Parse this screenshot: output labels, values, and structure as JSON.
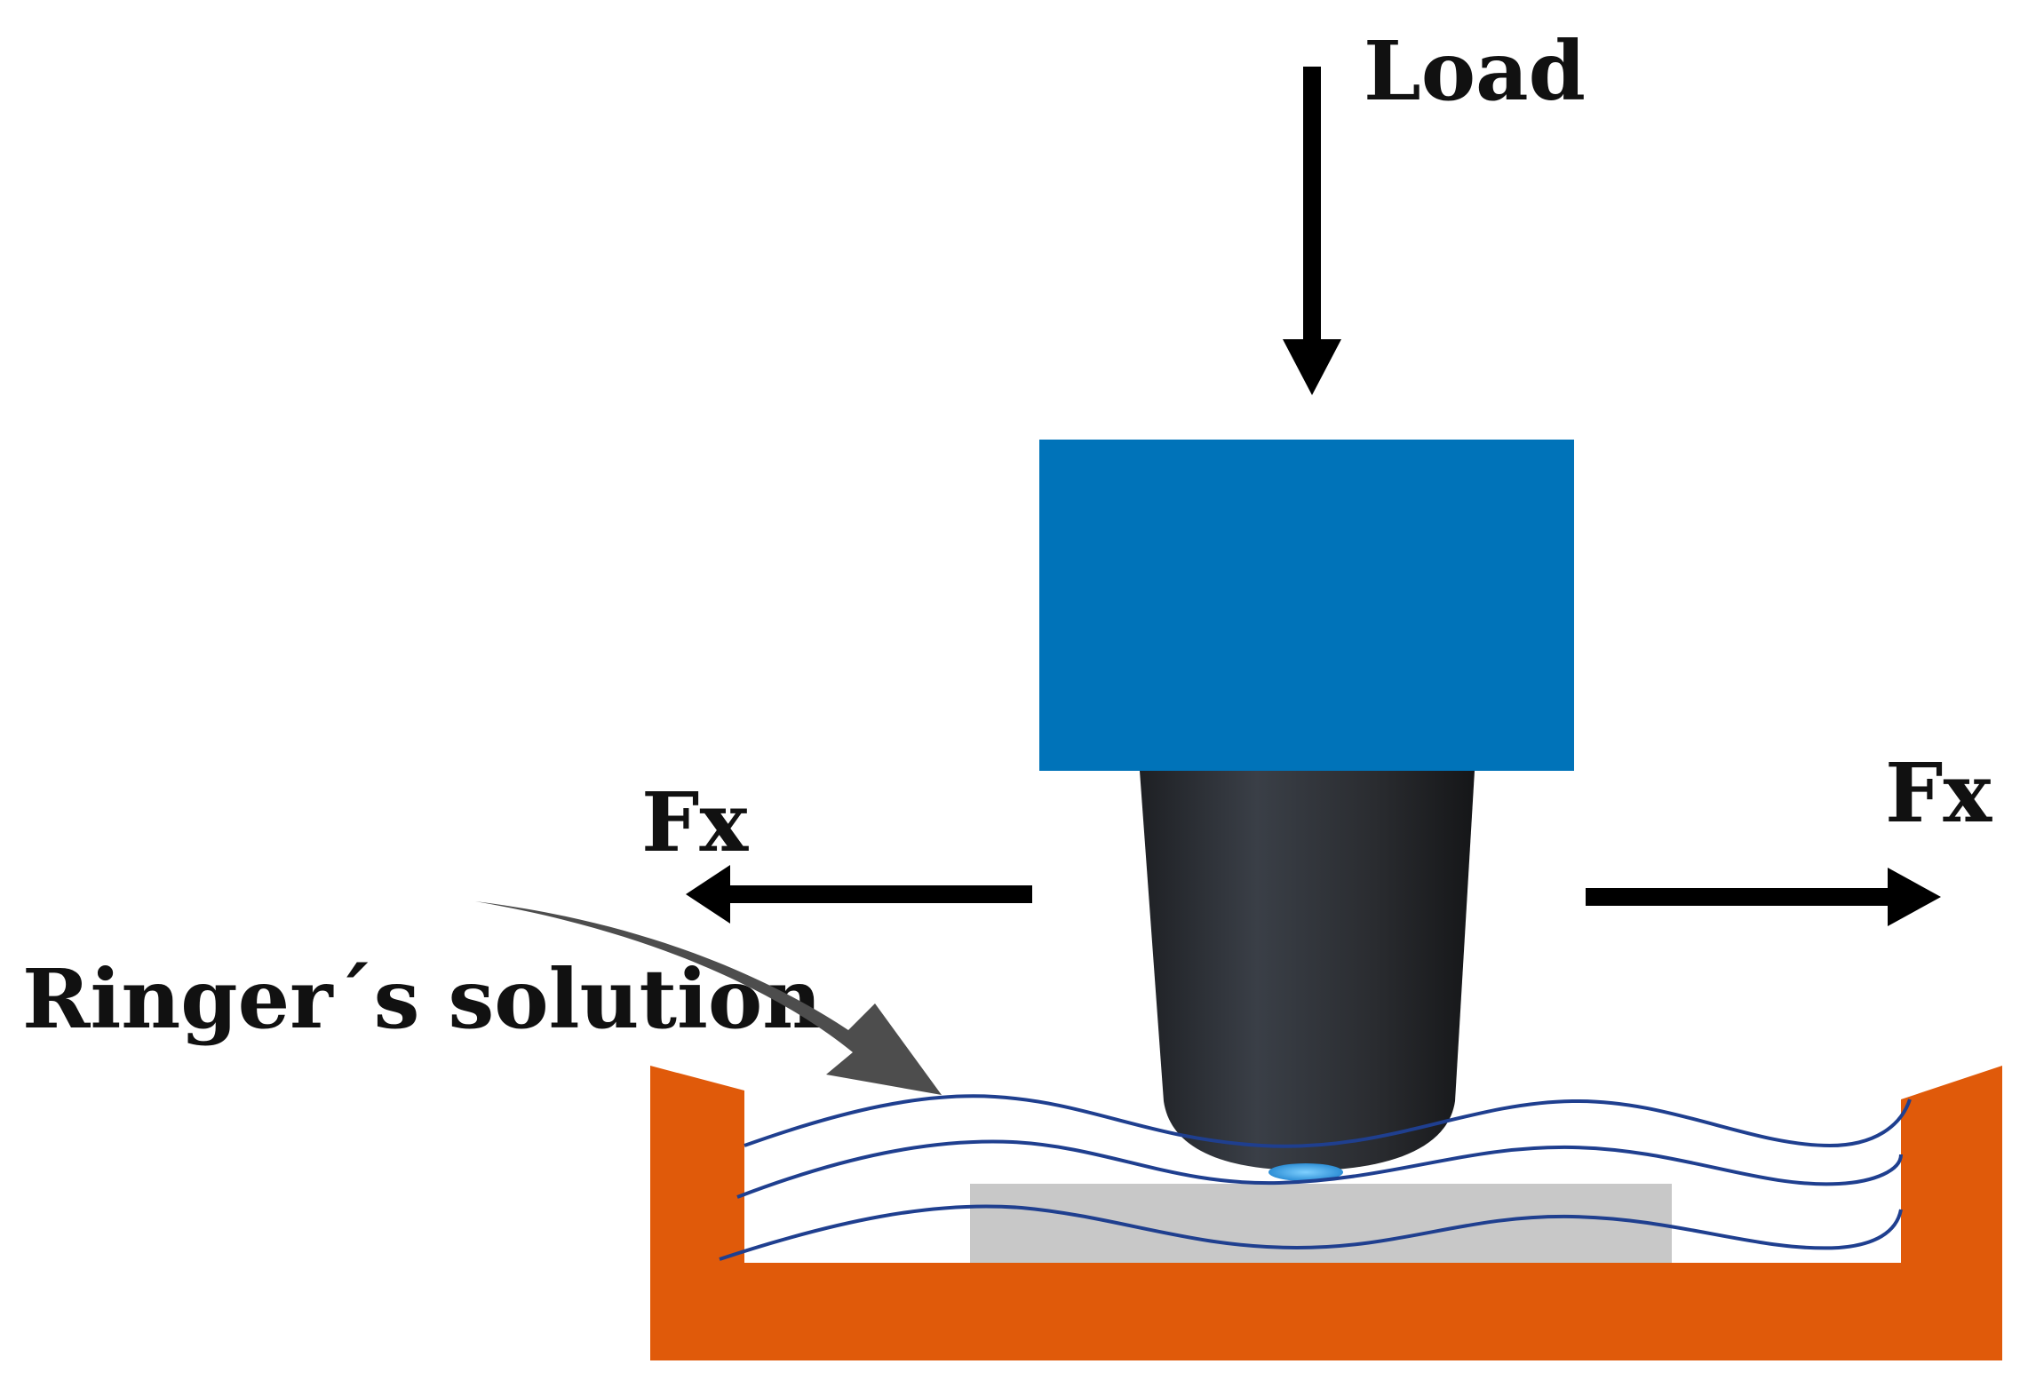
{
  "labels": {
    "load": "Load",
    "fx_left": "Fx",
    "fx_right": "Fx",
    "solution": "Ringer´s solution"
  },
  "colors": {
    "block": "#0073b9",
    "pin": "#2b2d31",
    "container": "#e05a0a",
    "sample": "#c8c8c8",
    "solution_lines": "#1f3f8f",
    "contact": "#3ea6e8",
    "arrows": "#000000",
    "pointer_arrow": "#4d4d4d"
  }
}
